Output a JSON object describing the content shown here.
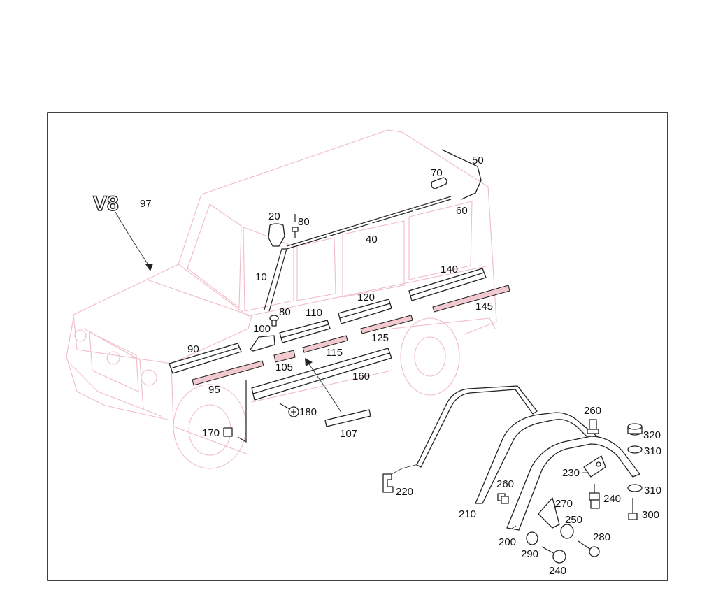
{
  "diagram": {
    "colors": {
      "vehicle_outline": "#f0bcc6",
      "part_stroke": "#222222",
      "trim_strip": "#f2c9cf",
      "frame": "#000000"
    },
    "emblem": {
      "v8_text": "V8"
    },
    "labels": {
      "p10": "10",
      "p20": "20",
      "p40": "40",
      "p50": "50",
      "p60": "60",
      "p70": "70",
      "p80a": "80",
      "p80b": "80",
      "p90": "90",
      "p95": "95",
      "p97": "97",
      "p100": "100",
      "p105": "105",
      "p107": "107",
      "p110": "110",
      "p115": "115",
      "p120": "120",
      "p125": "125",
      "p140": "140",
      "p145": "145",
      "p160": "160",
      "p170": "170",
      "p180": "180",
      "p200": "200",
      "p210": "210",
      "p220": "220",
      "p230": "230",
      "p240a": "240",
      "p240b": "240",
      "p250": "250",
      "p260a": "260",
      "p260b": "260",
      "p270": "270",
      "p280": "280",
      "p290": "290",
      "p300": "300",
      "p310a": "310",
      "p310b": "310",
      "p320": "320"
    }
  }
}
